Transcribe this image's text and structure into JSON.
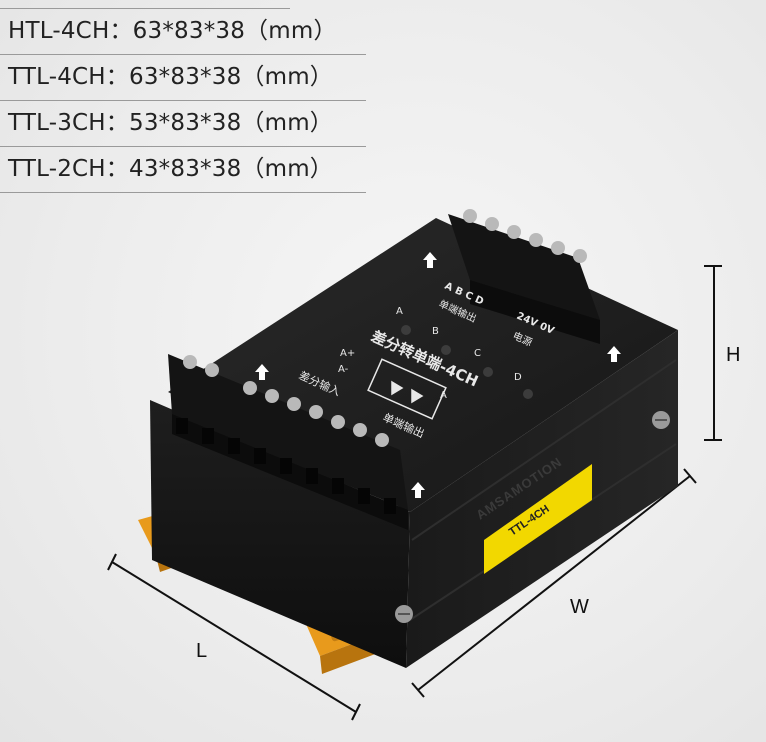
{
  "specs": [
    {
      "model": "HTL-4CH",
      "size": "63*83*38（mm）"
    },
    {
      "model": "TTL-4CH",
      "size": "63*83*38（mm）"
    },
    {
      "model": "TTL-3CH",
      "size": "53*83*38（mm）"
    },
    {
      "model": "TTL-2CH",
      "size": "43*83*38（mm）"
    }
  ],
  "dimensions": {
    "height": "H",
    "width": "W",
    "length": "L"
  },
  "product": {
    "board_title": "差分转单端-4CH",
    "input_label": "差分输入",
    "output_label": "单端输出",
    "output_label_top": "单端输出",
    "power_label": "电源",
    "power_terms": "24V 0V",
    "channels_top": "A B C D",
    "ch_a": "A",
    "ch_b": "B",
    "ch_c": "C",
    "ch_d": "D",
    "diff_a_plus": "A+",
    "diff_a_minus": "A-",
    "sig_a": "A",
    "brand": "AMSAMOTION",
    "sticker": "TTL-4CH"
  },
  "colors": {
    "body": "#1b1b1b",
    "label_yellow": "#f2d800",
    "clip_orange": "#e89a1c"
  }
}
